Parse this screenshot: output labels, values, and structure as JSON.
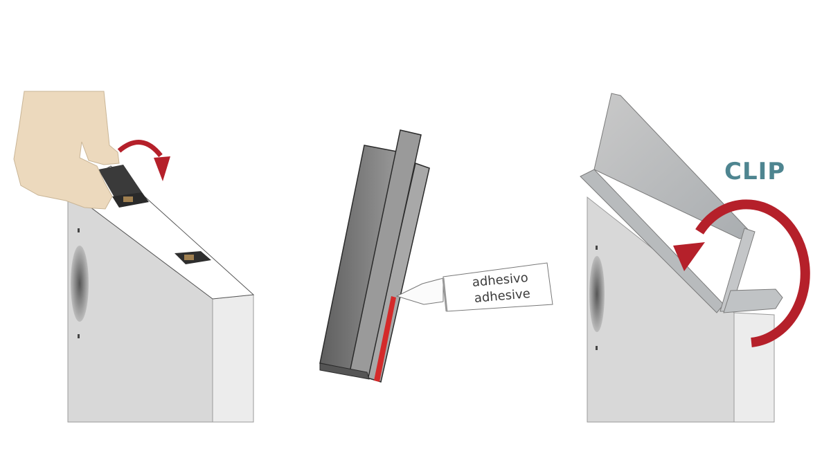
{
  "figure": {
    "type": "assembly-instructions",
    "steps": [
      {
        "id": "step-1",
        "description": "Hand presses bracket clip onto top edge of panel",
        "arrow": "clockwise-rotation"
      },
      {
        "id": "step-2",
        "description": "Apply adhesive to profile channel",
        "tube_labels": [
          "adhesivo",
          "adhesive"
        ]
      },
      {
        "id": "step-3",
        "description": "Clip profile onto panel top edge",
        "label": "CLIP",
        "arrow": "counter-clockwise-rotation"
      }
    ]
  },
  "labels": {
    "adhesive_es": "adhesivo",
    "adhesive_en": "adhesive",
    "clip": "CLIP"
  },
  "colors": {
    "arrow_red": "#b5202a",
    "clip_teal": "#4e8590",
    "panel_gray": "#d9d9d9",
    "panel_edge": "#ebebeb",
    "profile_dark": "#6e6e6e",
    "skin": "#ecd9bd",
    "adhesive_red": "#d42a2a"
  }
}
